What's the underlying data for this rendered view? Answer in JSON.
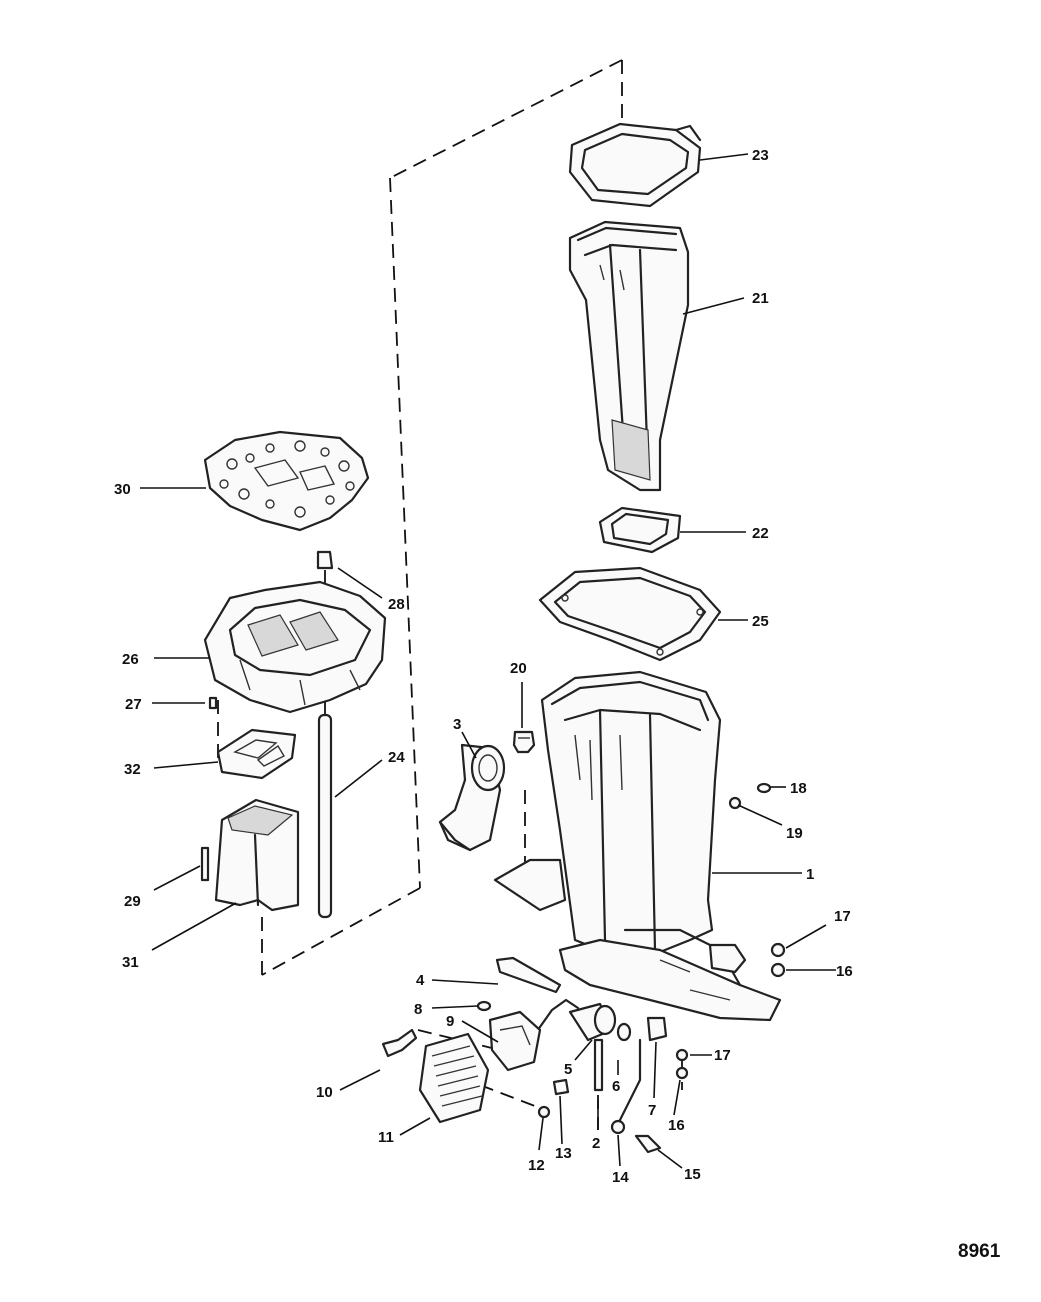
{
  "figure_number": "8961",
  "callouts": [
    {
      "id": "c1",
      "label": "1"
    },
    {
      "id": "c2",
      "label": "2"
    },
    {
      "id": "c3",
      "label": "3"
    },
    {
      "id": "c4",
      "label": "4"
    },
    {
      "id": "c5",
      "label": "5"
    },
    {
      "id": "c6",
      "label": "6"
    },
    {
      "id": "c7",
      "label": "7"
    },
    {
      "id": "c8",
      "label": "8"
    },
    {
      "id": "c9",
      "label": "9"
    },
    {
      "id": "c10",
      "label": "10"
    },
    {
      "id": "c11",
      "label": "11"
    },
    {
      "id": "c12",
      "label": "12"
    },
    {
      "id": "c13",
      "label": "13"
    },
    {
      "id": "c14",
      "label": "14"
    },
    {
      "id": "c15",
      "label": "15"
    },
    {
      "id": "c16a",
      "label": "16"
    },
    {
      "id": "c16b",
      "label": "16"
    },
    {
      "id": "c17a",
      "label": "17"
    },
    {
      "id": "c17b",
      "label": "17"
    },
    {
      "id": "c18",
      "label": "18"
    },
    {
      "id": "c19",
      "label": "19"
    },
    {
      "id": "c20",
      "label": "20"
    },
    {
      "id": "c21",
      "label": "21"
    },
    {
      "id": "c22",
      "label": "22"
    },
    {
      "id": "c23",
      "label": "23"
    },
    {
      "id": "c24",
      "label": "24"
    },
    {
      "id": "c25",
      "label": "25"
    },
    {
      "id": "c26",
      "label": "26"
    },
    {
      "id": "c27",
      "label": "27"
    },
    {
      "id": "c28",
      "label": "28"
    },
    {
      "id": "c29",
      "label": "29"
    },
    {
      "id": "c30",
      "label": "30"
    },
    {
      "id": "c31",
      "label": "31"
    },
    {
      "id": "c32",
      "label": "32"
    }
  ]
}
